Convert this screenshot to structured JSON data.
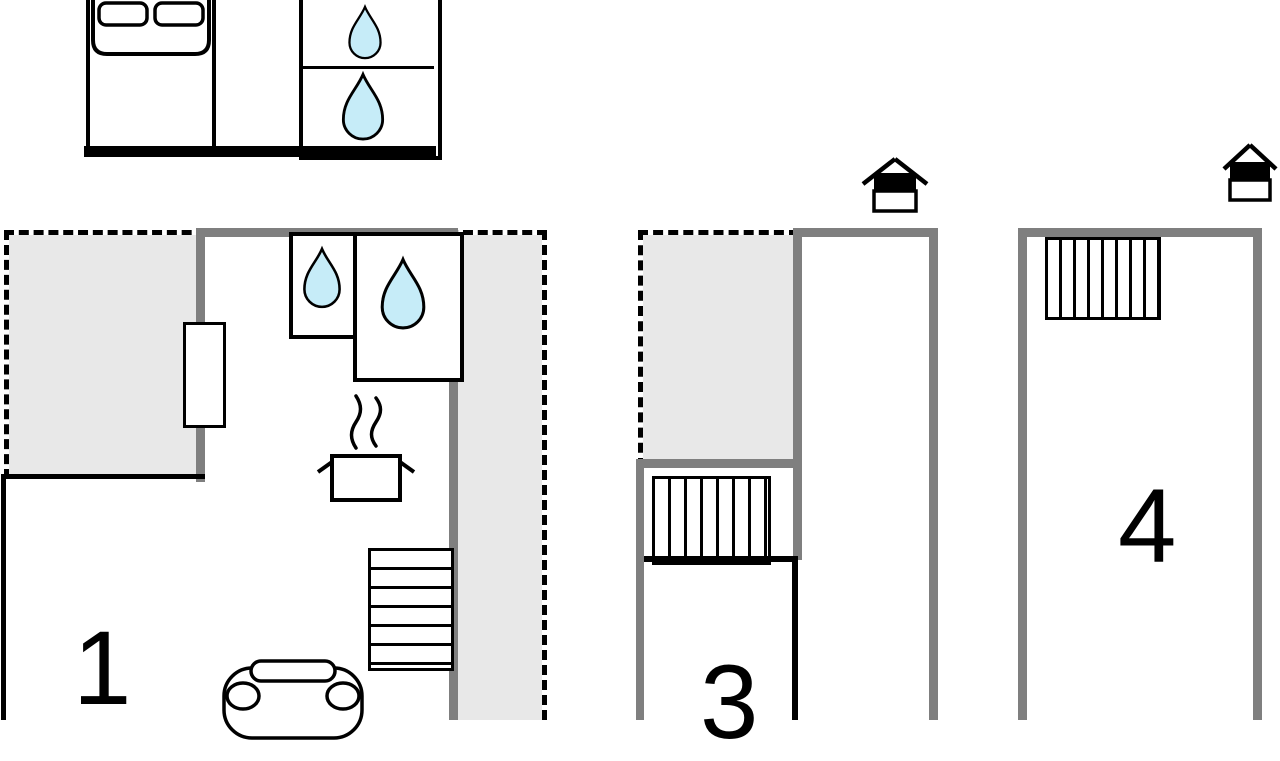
{
  "floor_plan": {
    "rooms": [
      {
        "id": "room-1",
        "label": "1"
      },
      {
        "id": "room-3",
        "label": "3"
      },
      {
        "id": "room-4",
        "label": "4"
      }
    ]
  },
  "colors": {
    "background": "#ffffff",
    "wall": "#7f7f7f",
    "terrace": "#e8e8e8",
    "line": "#000000",
    "water": "#c6ecf8"
  },
  "icons": [
    "bed-icon",
    "water-drop-icon",
    "stove-icon",
    "steam-icon",
    "stairs-icon",
    "sofa-icon",
    "chimney-icon",
    "window-icon"
  ]
}
